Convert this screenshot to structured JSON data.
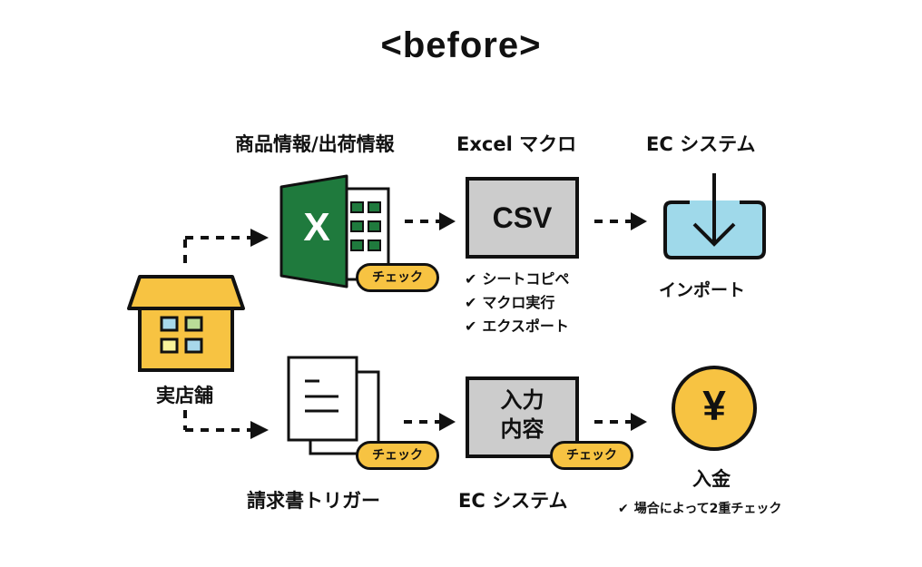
{
  "title": "<before>",
  "top_row": {
    "source_label": "商品情報/出荷情報",
    "macro_label": "Excel マクロ",
    "ec_label": "EC システム",
    "csv_box": "CSV",
    "check_badge": "チェック",
    "excel_icon_letter": "X",
    "macro_steps": [
      "シートコピペ",
      "マクロ実行",
      "エクスポート"
    ],
    "import_label": "インポート"
  },
  "store": {
    "label": "実店舗"
  },
  "bottom_row": {
    "trigger_label": "請求書トリガー",
    "check_badge_doc": "チェック",
    "input_box_line1": "入力",
    "input_box_line2": "内容",
    "check_badge_input": "チェック",
    "ec_label": "EC システム",
    "yen_symbol": "¥",
    "payment_label": "入金",
    "payment_note": "場合によって2重チェック"
  },
  "icons": {
    "check_mark": "✔",
    "excel": "excel-icon",
    "download": "download-icon",
    "store": "store-icon",
    "document": "document-icon",
    "yen": "yen-coin-icon"
  },
  "colors": {
    "excel_green": "#1f7a3d",
    "badge_yellow": "#f7c342",
    "box_gray": "#cccccc",
    "import_blue": "#9fd9ea",
    "store_yellow": "#f7c342"
  }
}
